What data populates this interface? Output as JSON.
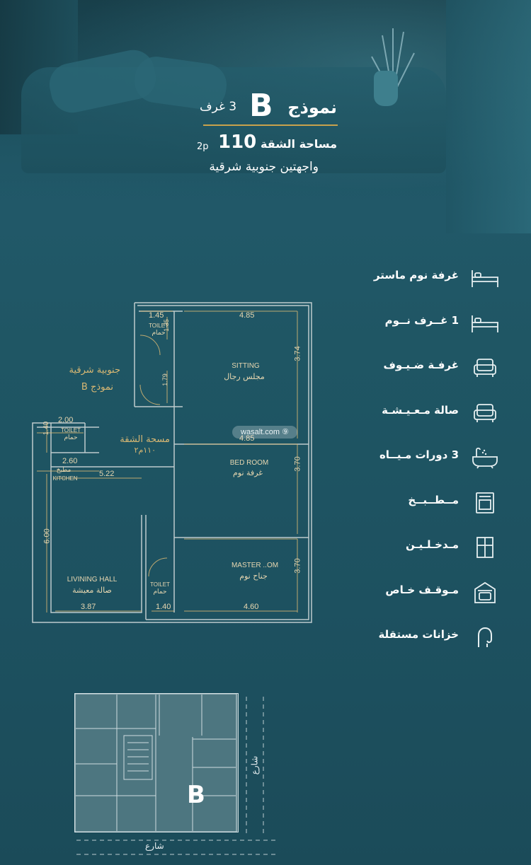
{
  "header": {
    "model_word": "نموذج",
    "model_letter": "B",
    "rooms": "3 غرف",
    "area_label": "مساحة الشقة",
    "area_value": "110",
    "area_unit": "2p",
    "facing": "واجهتين جنوبية شرقية"
  },
  "features": [
    {
      "label": "غرفة نوم ماستر",
      "icon": "bed-icon"
    },
    {
      "label": "1 غــرف نــوم",
      "icon": "bed-icon"
    },
    {
      "label": "غرفـة ضـيـوف",
      "icon": "armchair-icon"
    },
    {
      "label": "صالة مـعـيـشـة",
      "icon": "armchair-icon"
    },
    {
      "label": "3 دورات مـيــاه",
      "icon": "bathtub-icon"
    },
    {
      "label": "مــطــبــخ",
      "icon": "oven-icon"
    },
    {
      "label": "مـدخـلـيـن",
      "icon": "window-icon"
    },
    {
      "label": "مـوقـف خـاص",
      "icon": "garage-icon"
    },
    {
      "label": "خزانات مستقلة",
      "icon": "tank-icon"
    }
  ],
  "plan": {
    "note_facing": "جنوبية شرقية",
    "note_model": "نموذج B",
    "note_area": "مسحة الشقة",
    "note_area_val": "١١٠م٢",
    "dims": {
      "d145": "1.45",
      "d485a": "4.85",
      "d374": "3.74",
      "d135": "1.35",
      "d179": "1.79",
      "d200": "2.00",
      "d140a": "1.40",
      "d485b": "4.85",
      "d260": "2.60",
      "d522": "5.22",
      "d370a": "3.70",
      "d600": "6.00",
      "d370b": "3.70",
      "d387": "3.87",
      "d140b": "1.40",
      "d460": "4.60"
    },
    "rooms": {
      "sitting_en": "SITTING",
      "sitting_ar": "مجلس رجال",
      "bed_en": "BED ROOM",
      "bed_ar": "غرفة نوم",
      "master_en": "MASTER ..OM",
      "master_ar": "جناح نوم",
      "living_en": "LIVINING HALL",
      "living_ar": "صالة معيشة",
      "toilet_en": "TOILET",
      "toilet_ar": "حمام",
      "kitchen_en": "KITCHEN",
      "kitchen_ar": "مطبخ"
    },
    "watermark": "wasalt.com"
  },
  "site": {
    "letter": "B",
    "street_right": "شارع",
    "street_bottom": "شارع"
  },
  "colors": {
    "background": "#1f5664",
    "accent": "#c8a24c",
    "plan_lines": "#d9b873"
  }
}
